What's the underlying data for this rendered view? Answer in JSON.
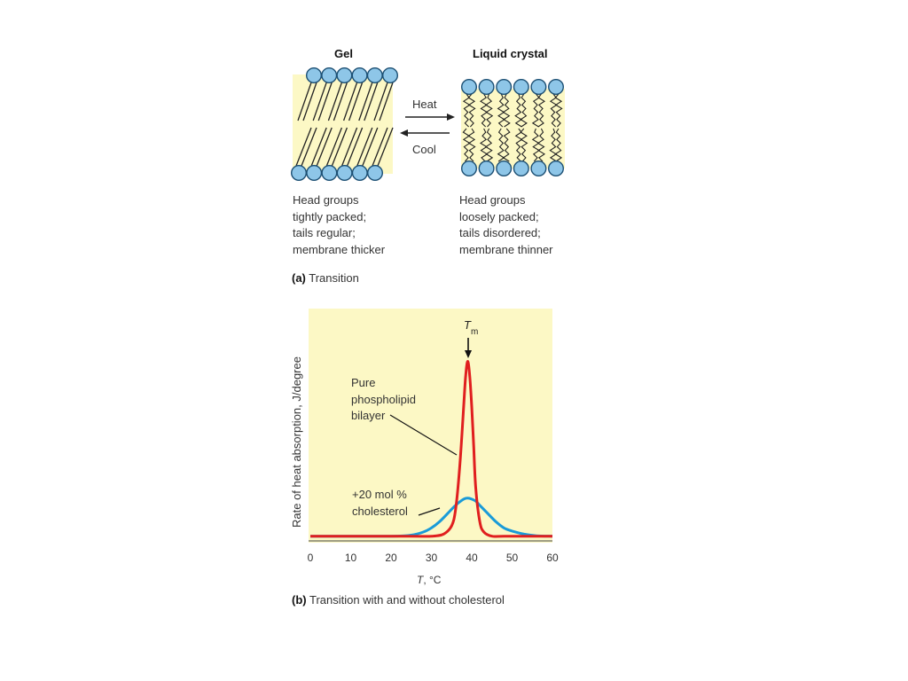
{
  "panel_a": {
    "gel_title": "Gel",
    "lc_title": "Liquid crystal",
    "heat_label": "Heat",
    "cool_label": "Cool",
    "gel_description": "Head groups\ntightly packed;\ntails regular;\nmembrane thicker",
    "lc_description": "Head groups\nloosely packed;\ntails disordered;\nmembrane thinner",
    "caption_letter": "(a)",
    "caption_text": " Transition"
  },
  "panel_b": {
    "tm_label": "T",
    "tm_subscript": "m",
    "pure_label": "Pure\nphospholipid\nbilayer",
    "chol_label": "+20 mol %\ncholesterol",
    "caption_letter": "(b)",
    "caption_text": " Transition with and without cholesterol"
  },
  "colors": {
    "background": "#fcf8c5",
    "head": "#8ec6e8",
    "pure_curve": "#e01f1f",
    "chol_curve": "#1a9bd8"
  },
  "chart_data": {
    "type": "line",
    "xlabel_italic": "T",
    "xlabel_rest": ", °C",
    "ylabel": "Rate of heat absorption, J/degree",
    "xlim": [
      0,
      60
    ],
    "xticks": [
      "0",
      "10",
      "20",
      "30",
      "40",
      "50",
      "60"
    ],
    "ylim": [
      0,
      1
    ],
    "grid": false,
    "series": [
      {
        "key": "pure",
        "x": [
          0,
          25,
          30,
          33,
          35,
          36,
          37,
          38,
          38.5,
          39,
          39.5,
          40,
          40.5,
          41,
          42,
          43,
          45,
          48,
          60
        ],
        "y": [
          0.01,
          0.01,
          0.01,
          0.02,
          0.06,
          0.14,
          0.34,
          0.64,
          0.79,
          0.86,
          0.79,
          0.64,
          0.44,
          0.24,
          0.08,
          0.03,
          0.01,
          0.01,
          0.01
        ]
      },
      {
        "key": "cholesterol",
        "x": [
          0,
          20,
          25,
          28,
          30,
          32,
          34,
          36,
          38,
          39,
          40,
          41,
          42,
          44,
          46,
          48,
          50,
          53,
          56,
          60
        ],
        "y": [
          0.01,
          0.01,
          0.015,
          0.03,
          0.05,
          0.08,
          0.12,
          0.16,
          0.19,
          0.195,
          0.19,
          0.18,
          0.16,
          0.12,
          0.08,
          0.05,
          0.035,
          0.02,
          0.012,
          0.01
        ]
      }
    ]
  }
}
